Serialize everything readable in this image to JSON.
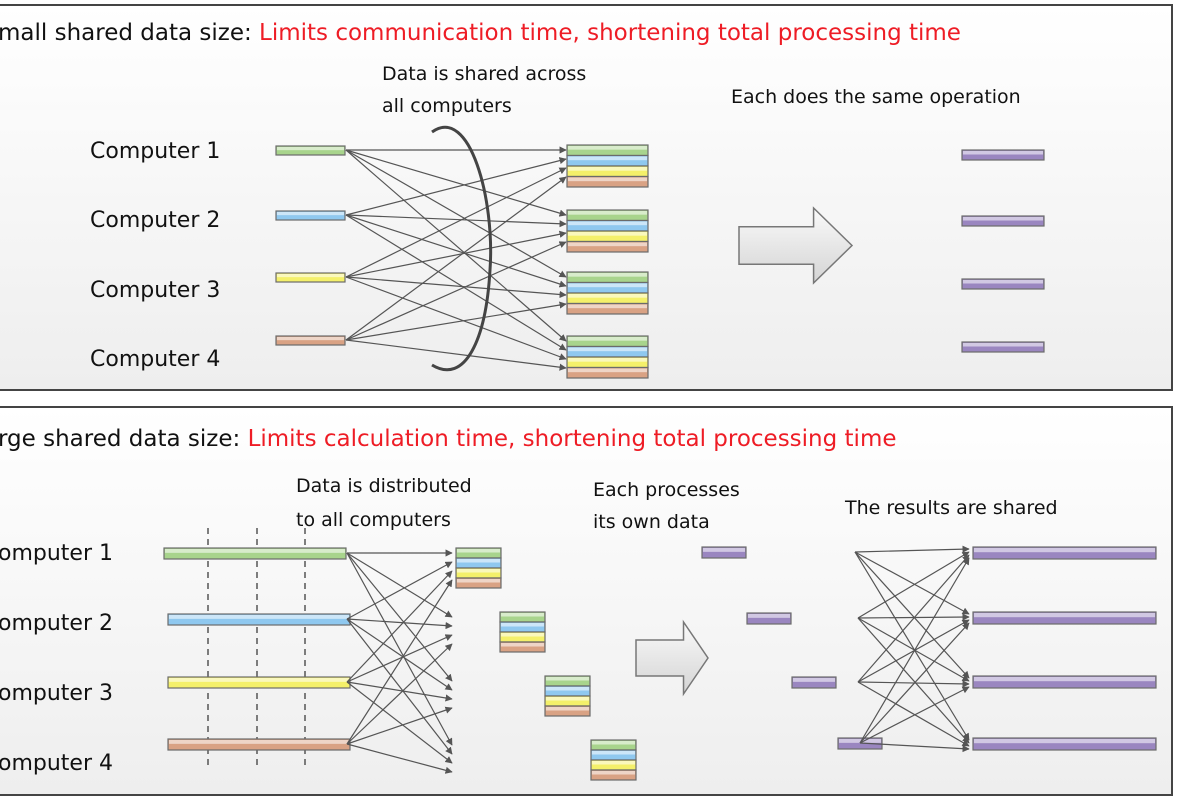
{
  "panels": [
    {
      "id": "small",
      "title_prefix": "mall shared data size: ",
      "title_highlight": "Limits communication time, shortening total processing time",
      "computers": [
        "Computer 1",
        "Computer 2",
        "Computer 3",
        "Computer 4"
      ],
      "notes": {
        "share_line1": "Data is shared across",
        "share_line2": "all computers",
        "operation": "Each does the same operation"
      }
    },
    {
      "id": "large",
      "title_prefix": "rge shared data size: ",
      "title_highlight": "Limits calculation time, shortening total processing time",
      "computers": [
        "omputer 1",
        "omputer 2",
        "omputer 3",
        "omputer 4"
      ],
      "notes": {
        "distribute_line1": "Data is distributed",
        "distribute_line2": "to all computers",
        "process_line1": "Each processes",
        "process_line2": "its own data",
        "results": "The results are shared"
      }
    }
  ],
  "colors": {
    "highlight": "#ee1c25",
    "green": "#a8d48c",
    "blue": "#8fc8ef",
    "yellow": "#f4f06a",
    "orange": "#d9a284",
    "purple": "#9a86c0",
    "arrow": "#555555"
  }
}
